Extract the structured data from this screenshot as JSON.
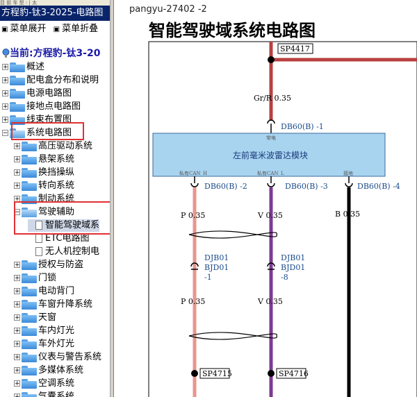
{
  "window": {
    "top_strip": "目 前 车 型 : | 太",
    "title": "方程豹-钛3-2025-电路图"
  },
  "menubar": {
    "expand_label": "菜单展开",
    "collapse_label": "菜单折叠"
  },
  "tree": {
    "root_label": "当前:方程豹-钛3-20",
    "items": [
      {
        "label": "概述",
        "level": 0
      },
      {
        "label": "配电盒分布和说明",
        "level": 0
      },
      {
        "label": "电源电路图",
        "level": 0
      },
      {
        "label": "接地点电路图",
        "level": 0
      },
      {
        "label": "线束布置图",
        "level": 0
      },
      {
        "label": "系统电路图",
        "level": 0
      },
      {
        "label": "高压驱动系统",
        "level": 1
      },
      {
        "label": "悬架系统",
        "level": 1
      },
      {
        "label": "换挡操纵",
        "level": 1
      },
      {
        "label": "转向系统",
        "level": 1
      },
      {
        "label": "制动系统",
        "level": 1
      },
      {
        "label": "驾驶辅助",
        "level": 1
      },
      {
        "label": "智能驾驶域系",
        "level": 2
      },
      {
        "label": "ETC电路图",
        "level": 2
      },
      {
        "label": "无人机控制电",
        "level": 2
      },
      {
        "label": "授权与防盗",
        "level": 1
      },
      {
        "label": "门锁",
        "level": 1
      },
      {
        "label": "电动背门",
        "level": 1
      },
      {
        "label": "车窗升降系统",
        "level": 1
      },
      {
        "label": "天窗",
        "level": 1
      },
      {
        "label": "车内灯光",
        "level": 1
      },
      {
        "label": "车外灯光",
        "level": 1
      },
      {
        "label": "仪表与警告系统",
        "level": 1
      },
      {
        "label": "多媒体系统",
        "level": 1
      },
      {
        "label": "空调系统",
        "level": 1
      },
      {
        "label": "气囊系统",
        "level": 1
      }
    ]
  },
  "diagram": {
    "page_id": "pangyu-27402 -2",
    "title": "智能驾驶域系统电路图",
    "splice_top": "SP4417",
    "wire_top": "Gr/R 0.35",
    "conn_top": "DB60(B) -1",
    "module_label": "左前毫米波雷达模块",
    "pin_top_label": "常电",
    "pin_can_h": "私有CAN_H",
    "pin_can_l": "私有CAN_L",
    "pin_gnd": "接地",
    "conn_2": "DB60(B) -2",
    "conn_3": "DB60(B) -3",
    "conn_4": "DB60(B) -4",
    "wire_p1": "P 0.35",
    "wire_v1": "V 0.35",
    "wire_b": "B 0.35",
    "inline_left": [
      "DJB01",
      "BJD01",
      "-1"
    ],
    "inline_right": [
      "DJB01",
      "BJD01",
      "-8"
    ],
    "wire_p2": "P 0.35",
    "wire_v2": "V 0.35",
    "splice_left": "SP4715",
    "splice_right": "SP4716",
    "colors": {
      "pink_wire": "#e8968e",
      "violet_wire": "#7d3a93",
      "red_wire": "#b84040",
      "module_fill": "#a8d4f0"
    }
  }
}
